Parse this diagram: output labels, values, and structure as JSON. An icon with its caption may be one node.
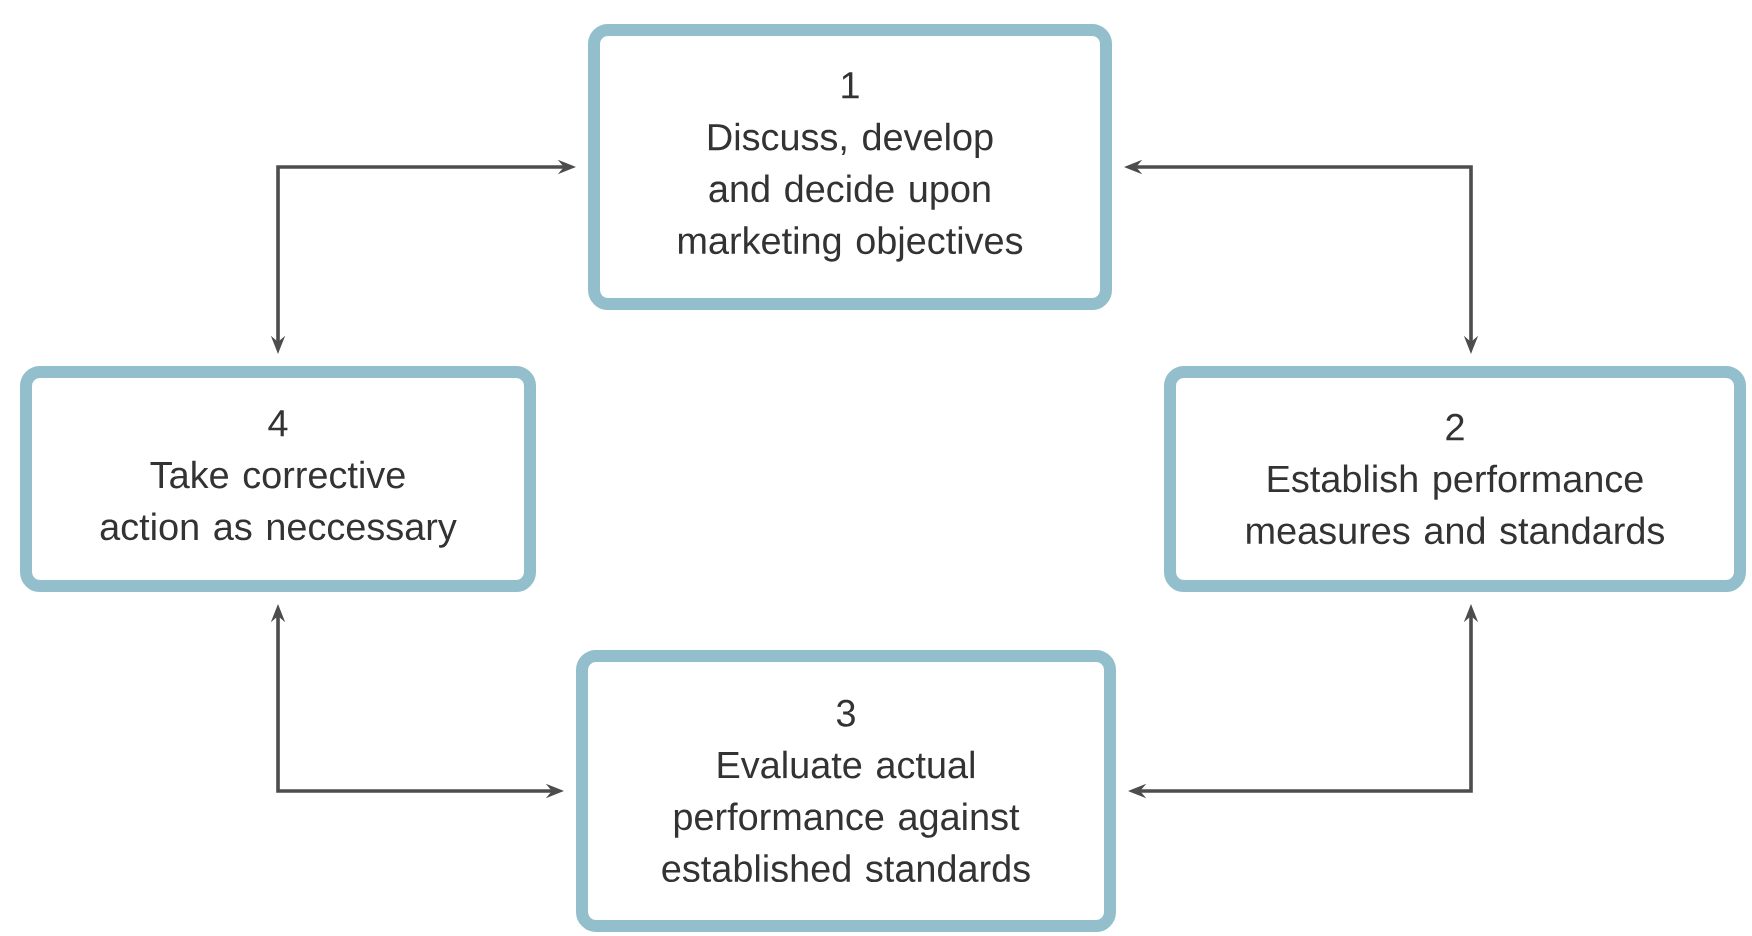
{
  "diagram": {
    "nodes": [
      {
        "text": [
          "1",
          "Discuss, develop and decide upon marketing objectives"
        ]
      },
      {
        "text": [
          "2",
          "Establish performance measures and standards"
        ]
      },
      {
        "text": [
          "3",
          "Evaluate actual performance against established standards"
        ]
      },
      {
        "text": [
          "4",
          "Take corrective action as neccessary"
        ]
      }
    ],
    "edges": [
      {
        "from": 0,
        "to": 1,
        "arrow": "both"
      },
      {
        "from": 1,
        "to": 2,
        "arrow": "both"
      },
      {
        "from": 2,
        "to": 3,
        "arrow": "both"
      },
      {
        "from": 3,
        "to": 0,
        "arrow": "both"
      }
    ]
  }
}
